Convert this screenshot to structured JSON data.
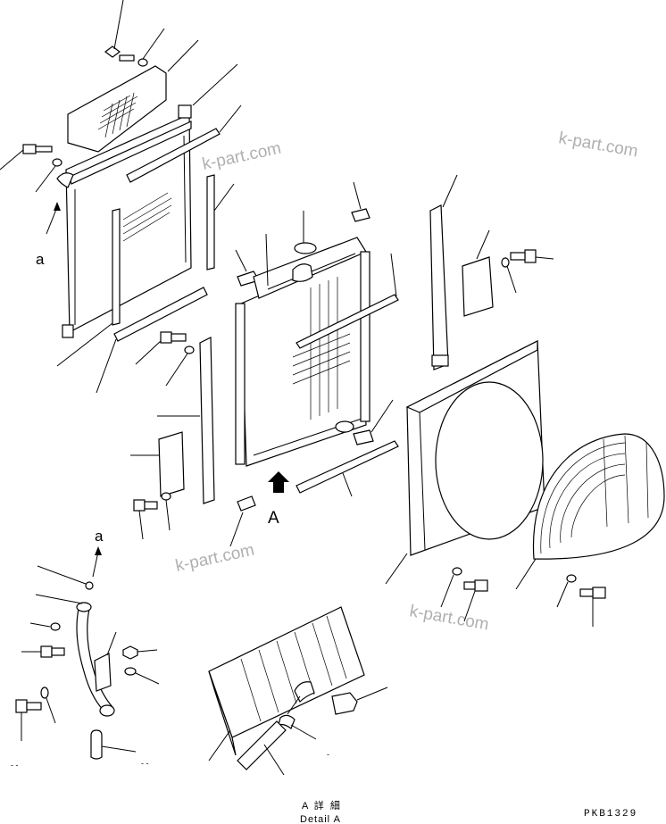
{
  "labels": {
    "arrow_a_top": "a",
    "arrow_a_bottom": "a",
    "view_a": "A",
    "detail_a_jp": "A 詳 細",
    "detail_a_en": "Detail A",
    "part_code": "PKB1329"
  },
  "watermarks": [
    "k-part.com",
    "k-part.com",
    "k-part.com",
    "k-part.com"
  ]
}
